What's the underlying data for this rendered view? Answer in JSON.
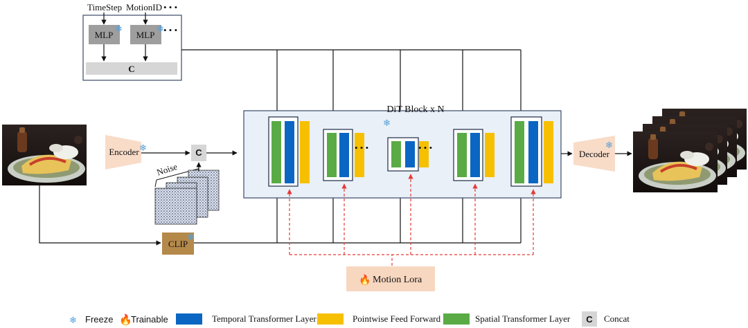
{
  "inputs": {
    "timestep": "TimeStep",
    "motion_id": "MotionID",
    "dots": "• • •"
  },
  "mlp": {
    "label_1": "MLP",
    "label_2": "MLP",
    "dots": "• • •"
  },
  "concat_label": "C",
  "encoder_label": "Encoder",
  "decoder_label": "Decoder",
  "noise_label": "Noise",
  "clip_label": "CLIP",
  "dit_title": "DiT Block x N",
  "inner_dots": "• • •",
  "motion_lora": {
    "label": "Motion Lora",
    "icon": "fire-icon"
  },
  "legend": {
    "freeze": "Freeze",
    "trainable": "Trainable",
    "temporal": "Temporal Transformer Layer",
    "pointwise": "Pointwise Feed Forward",
    "spatial": "Spatial Transformer Layer",
    "concat_symbol": "C",
    "concat": "Concat"
  },
  "colors": {
    "temporal": "#0a66c2",
    "pointwise": "#f6c000",
    "spatial": "#5aab45",
    "dit_bg": "#e9f0f8",
    "encoder": "#f8dcc8",
    "clip": "#b5894a",
    "motion_lora": "#f8d7c0",
    "mlp": "#9e9e9e",
    "freeze": "#5aa0d8",
    "lora_arrow": "#e53935"
  }
}
